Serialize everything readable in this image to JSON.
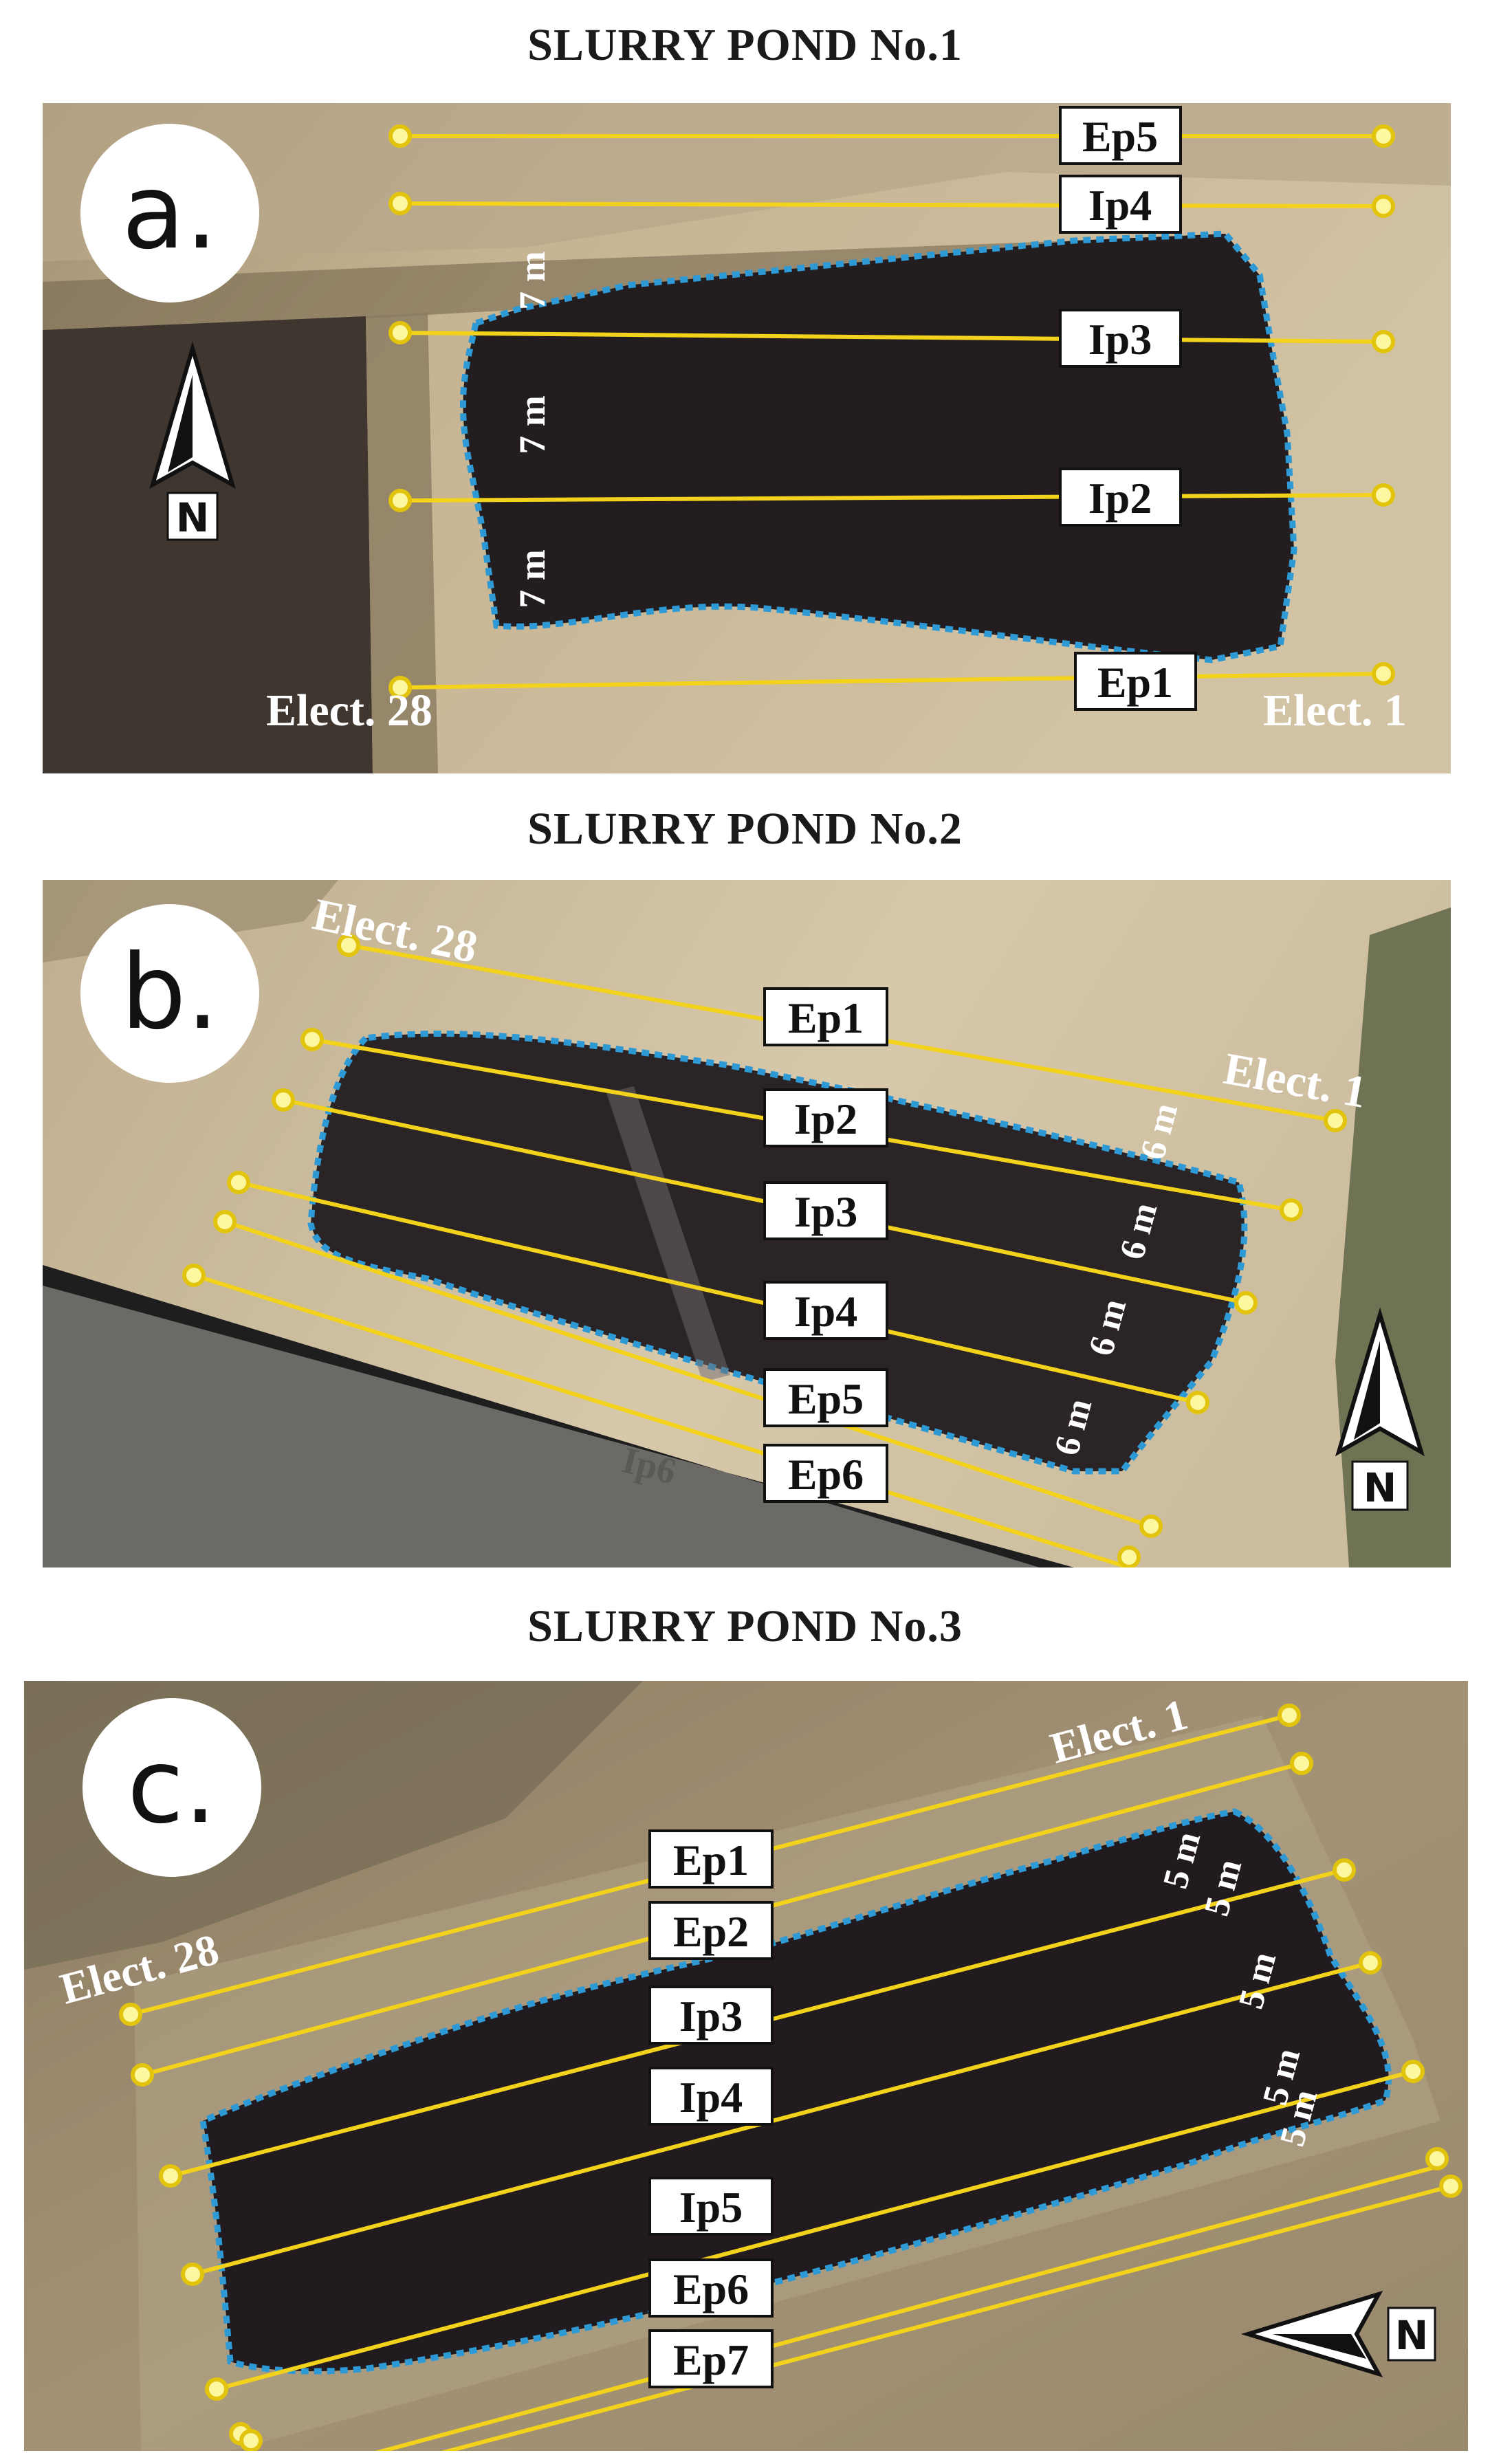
{
  "panels": [
    {
      "title": "SLURRY POND No.1",
      "letter": "a.",
      "north": "N",
      "elect_left": "Elect.  28",
      "elect_right": "Elect.  1",
      "spacing_label": "7 m",
      "profiles": [
        "Ep5",
        "Ip4",
        "Ip3",
        "Ip2",
        "Ep1"
      ]
    },
    {
      "title": "SLURRY POND No.2",
      "letter": "b.",
      "north": "N",
      "elect_left": "Elect.  28",
      "elect_right": "Elect.  1",
      "spacing_label": "6 m",
      "faint_label": "Ip6",
      "profiles": [
        "Ep1",
        "Ip2",
        "Ip3",
        "Ip4",
        "Ep5",
        "Ep6"
      ]
    },
    {
      "title": "SLURRY POND No.3",
      "letter": "c.",
      "north": "N",
      "elect_left": "Elect.  28",
      "elect_right": "Elect.  1",
      "spacing_label": "5 m",
      "profiles": [
        "Ep1",
        "Ep2",
        "Ip3",
        "Ip4",
        "Ip5",
        "Ep6",
        "Ep7"
      ]
    }
  ],
  "colors": {
    "profile_line": "#f2d21b",
    "pond_outline": "#2d9ad6",
    "terrain_light": "#c9b796",
    "terrain_dark": "#7a6a52",
    "pond_water": "#221c1f",
    "label_text": "#ffffff"
  }
}
